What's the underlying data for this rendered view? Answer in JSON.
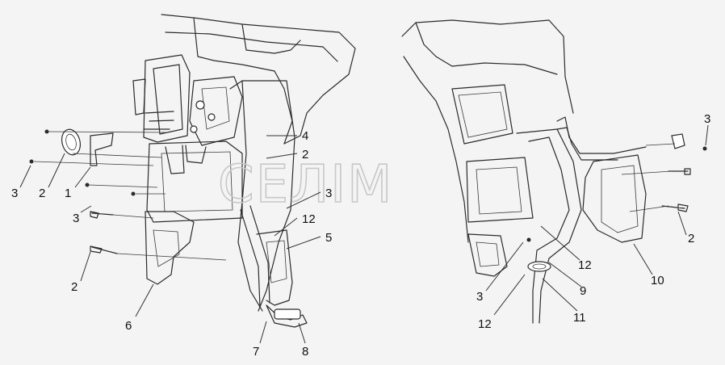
{
  "watermark": "СЕЛІМ",
  "callouts": {
    "left": [
      "3",
      "2",
      "1",
      "3",
      "2",
      "6",
      "4",
      "2",
      "3",
      "12",
      "5",
      "7",
      "8"
    ],
    "right": [
      "3",
      "2",
      "10",
      "12",
      "9",
      "3",
      "12",
      "11"
    ]
  }
}
